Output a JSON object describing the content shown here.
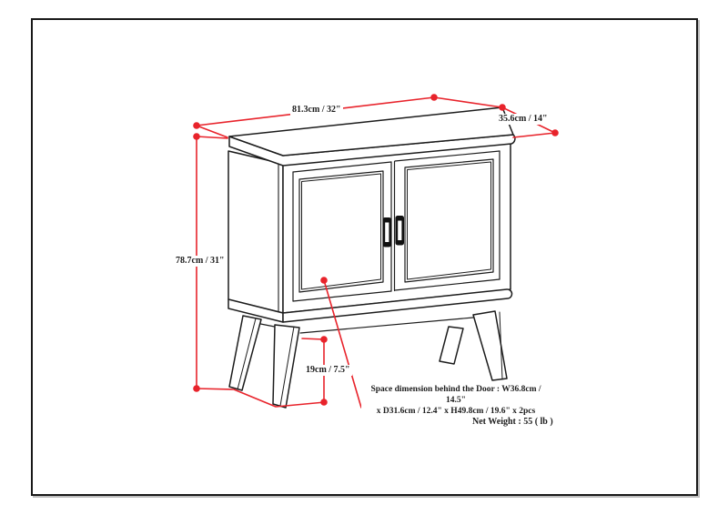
{
  "diagram": {
    "type": "furniture-dimension-drawing",
    "subject": "two-door storage cabinet with splayed legs",
    "labels": {
      "width": "81.3cm / 32\"",
      "depth": "35.6cm / 14\"",
      "height": "78.7cm / 31\"",
      "leg_height": "19cm / 7.5\"",
      "space_note_line1": "Space dimension behind the Door : W36.8cm / 14.5\"",
      "space_note_line2": "x D31.6cm / 12.4\" x H49.8cm / 19.6\" x 2pcs",
      "net_weight": "Net Weight : 55 ( lb )"
    },
    "colors": {
      "dimension_red": "#e8232b",
      "line_black": "#1c1c1c",
      "frame_shadow": "#bdbdbd"
    }
  }
}
